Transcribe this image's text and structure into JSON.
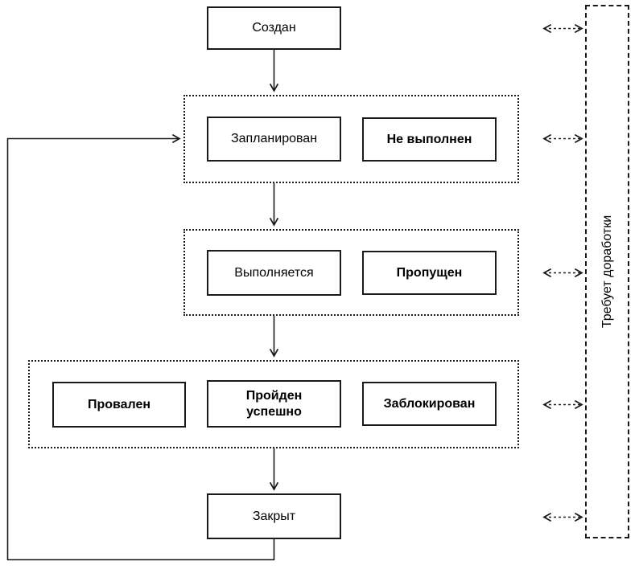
{
  "colors": {
    "line": "#1a1a1a",
    "background": "#ffffff",
    "node_fill": "#ffffff",
    "text": "#000000"
  },
  "diagram": {
    "start": {
      "label": "Создан"
    },
    "groups": [
      {
        "nodes": [
          {
            "label": "Запланирован",
            "bold": false
          },
          {
            "label": "Не выполнен",
            "bold": true
          }
        ]
      },
      {
        "nodes": [
          {
            "label": "Выполняется",
            "bold": false
          },
          {
            "label": "Пропущен",
            "bold": true
          }
        ]
      },
      {
        "nodes": [
          {
            "label": "Провален",
            "bold": true
          },
          {
            "label": "Пройден успешно",
            "bold": true
          },
          {
            "label": "Заблокирован",
            "bold": true
          }
        ]
      }
    ],
    "end": {
      "label": "Закрыт"
    },
    "rework": {
      "label": "Требует доработки"
    }
  }
}
